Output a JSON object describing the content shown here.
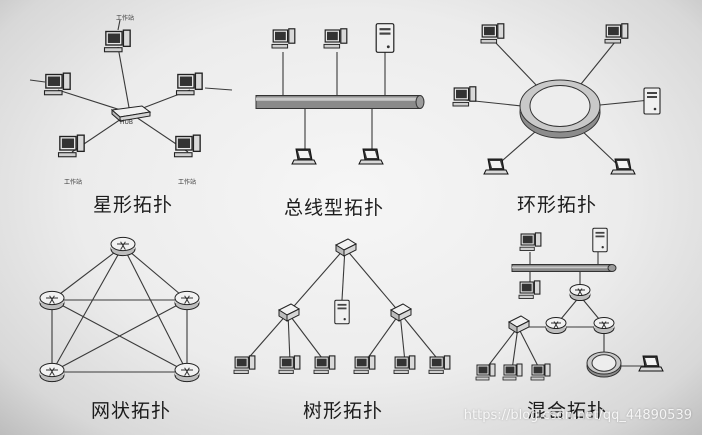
{
  "panels": {
    "star": {
      "title": "星形拓扑",
      "hub_label": "HUB",
      "workstation_label": "工作站"
    },
    "bus": {
      "title": "总线型拓扑"
    },
    "ring": {
      "title": "环形拓扑"
    },
    "mesh": {
      "title": "网状拓扑"
    },
    "tree": {
      "title": "树形拓扑"
    },
    "hybrid": {
      "title": "混合拓扑"
    }
  },
  "watermark": "https://blog.csdn.net/qq_44890539",
  "colors": {
    "background": "#ececec",
    "line": "#3a3a3a",
    "device_light": "#f2f2f2",
    "device_dark": "#2a2a2a",
    "pipe": "#8a8a8a"
  }
}
